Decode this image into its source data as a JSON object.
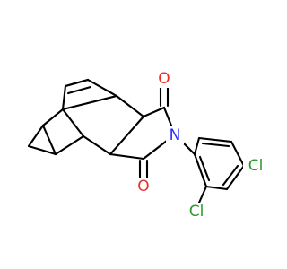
{
  "molecule": {
    "atoms": {
      "O1": "O",
      "O2": "O",
      "N": "N",
      "Cl1": "Cl",
      "Cl2": "Cl"
    }
  },
  "colors": {
    "bond": "#000000",
    "oxygen": "#e8302a",
    "nitrogen": "#2b2bff",
    "chlorine": "#2a9a2a",
    "background": "#ffffff"
  }
}
